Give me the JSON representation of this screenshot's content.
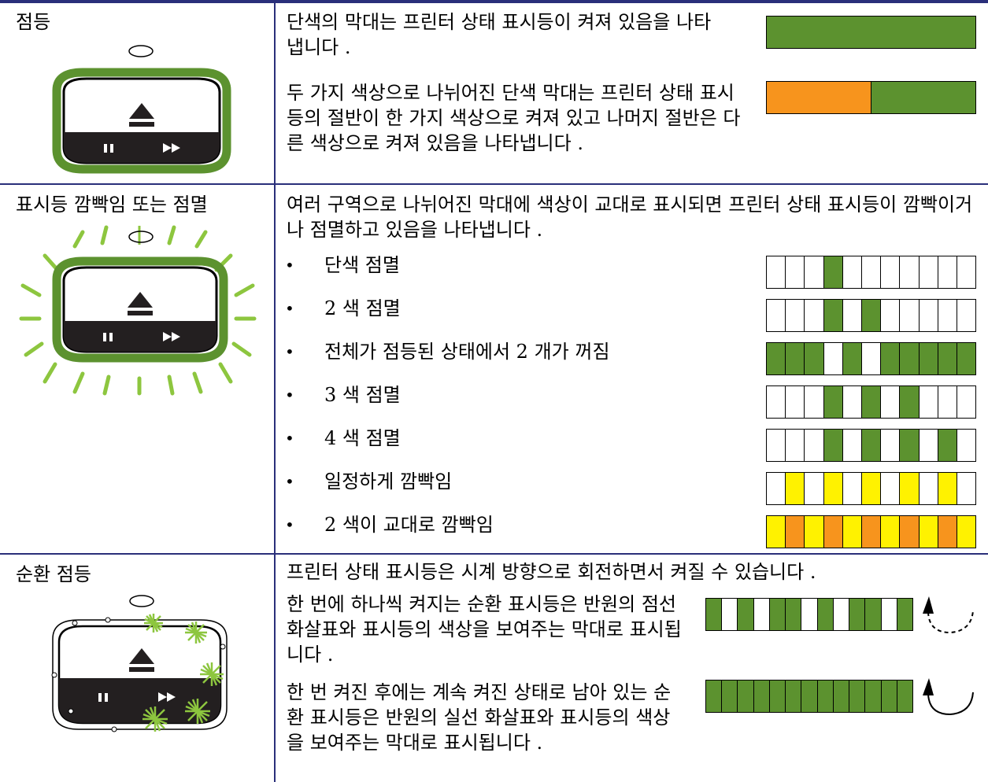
{
  "colors": {
    "green": "#5c922f",
    "orange": "#f7941d",
    "yellow": "#fff200",
    "white": "#ffffff",
    "rule": "#2a2f7a"
  },
  "rows": [
    {
      "label": "점등",
      "descriptions": [
        "단색의 막대는 프린터 상태 표시등이 켜져 있음을 나타냅니다 .",
        "두 가지 색상으로 나뉘어진 단색 막대는 프린터 상태 표시등의 절반이 한 가지 색상으로 켜져 있고 나머지 절반은 다른 색상으로 켜져 있음을 나타냅니다 ."
      ],
      "bars": [
        [
          "G"
        ],
        [
          "O",
          "G"
        ]
      ]
    },
    {
      "label": "표시등 깜빡임 또는 점멸",
      "intro": "여러 구역으로 나뉘어진 막대에 색상이 교대로 표시되면 프린터 상태 표시등이 깜빡이거나 점멸하고 있음을 나타냅니다 .",
      "items": [
        {
          "text": "단색 점멸",
          "pattern": [
            "W",
            "W",
            "W",
            "G",
            "W",
            "W",
            "W",
            "W",
            "W",
            "W",
            "W"
          ]
        },
        {
          "text": "2 색 점멸",
          "pattern": [
            "W",
            "W",
            "W",
            "G",
            "W",
            "G",
            "W",
            "W",
            "W",
            "W",
            "W"
          ]
        },
        {
          "text": "전체가 점등된 상태에서 2 개가 꺼짐",
          "pattern": [
            "G",
            "G",
            "G",
            "W",
            "G",
            "W",
            "G",
            "G",
            "G",
            "G",
            "G"
          ]
        },
        {
          "text": "3 색 점멸",
          "pattern": [
            "W",
            "W",
            "W",
            "G",
            "W",
            "G",
            "W",
            "G",
            "W",
            "W",
            "W"
          ]
        },
        {
          "text": "4 색 점멸",
          "pattern": [
            "W",
            "W",
            "W",
            "G",
            "W",
            "G",
            "W",
            "G",
            "W",
            "G",
            "W"
          ]
        },
        {
          "text": "일정하게 깜빡임",
          "pattern": [
            "W",
            "Y",
            "W",
            "Y",
            "W",
            "Y",
            "W",
            "Y",
            "W",
            "Y",
            "W"
          ]
        },
        {
          "text": "2 색이 교대로 깜빡임",
          "pattern": [
            "Y",
            "O",
            "Y",
            "O",
            "Y",
            "O",
            "Y",
            "O",
            "Y",
            "O",
            "Y"
          ]
        }
      ]
    },
    {
      "label": "순환 점등",
      "intro": "프린터 상태 표시등은 시계 방향으로 회전하면서 켜질 수 있습니다 .",
      "descriptions": [
        "한 번에 하나씩 켜지는 순환 표시등은 반원의 점선 화살표와 표시등의 색상을 보여주는 막대로 표시됩니다 .",
        "한 번 켜진 후에는 계속 켜진 상태로 남아 있는 순환 표시등은 반원의 실선 화살표와 표시등의 색상을 보여주는 막대로 표시됩니다 ."
      ],
      "patterns": [
        [
          "G",
          "W",
          "G",
          "W",
          "G",
          "G",
          "W",
          "G",
          "W",
          "G",
          "G",
          "W",
          "G"
        ],
        [
          "G",
          "G",
          "G",
          "G",
          "G",
          "G",
          "G",
          "G",
          "G",
          "G",
          "G",
          "G",
          "G"
        ]
      ]
    }
  ],
  "icons": [
    "eject-icon",
    "pause-icon",
    "fast-forward-icon",
    "indicator-lamp-icon",
    "dashed-circular-arrow-icon",
    "solid-circular-arrow-icon"
  ]
}
